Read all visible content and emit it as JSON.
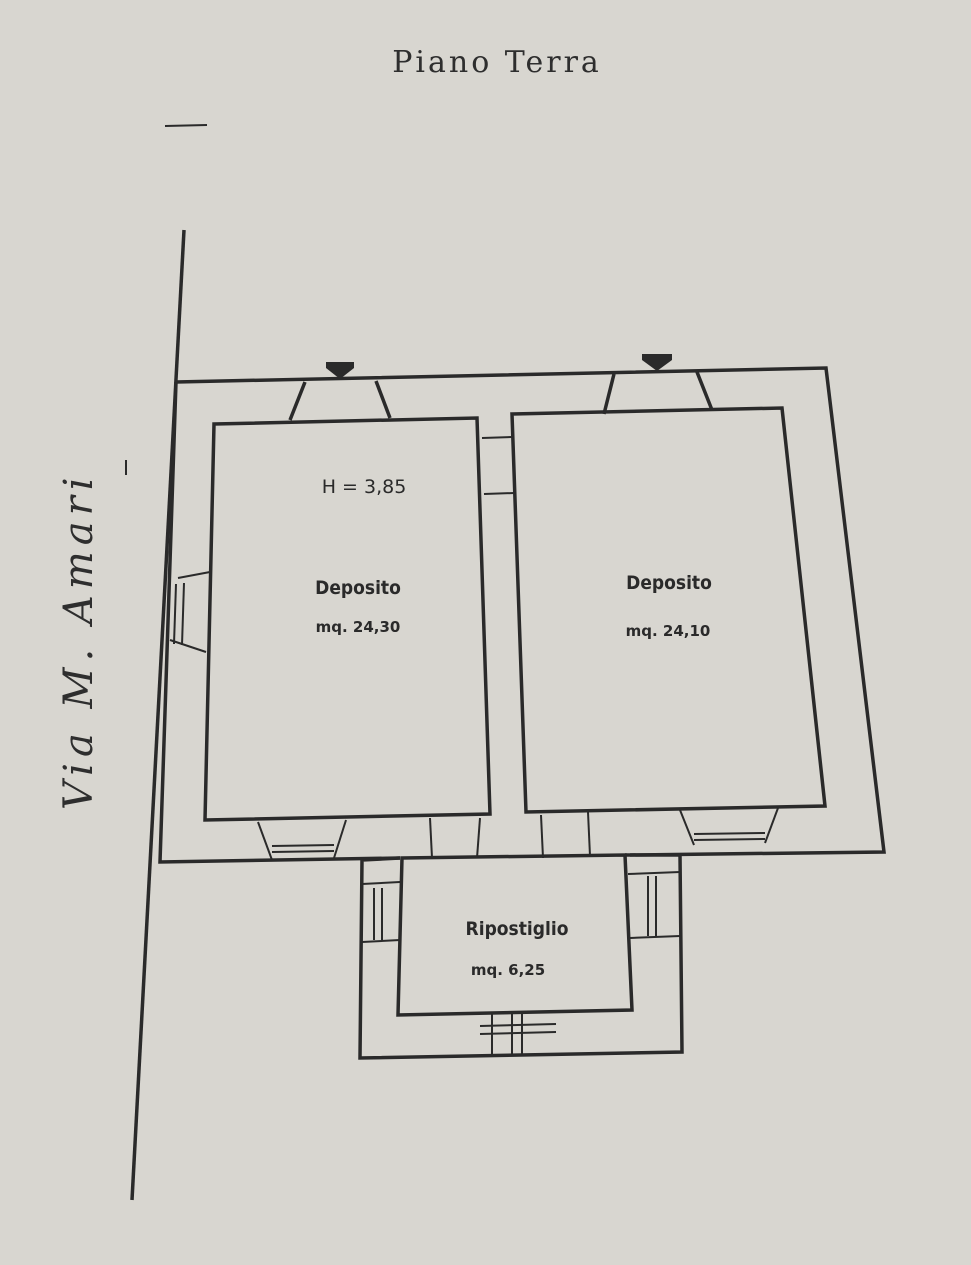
{
  "title": "Piano Terra",
  "street": "Via M. Amari",
  "height_note": "H = 3,85",
  "rooms": [
    {
      "name": "Deposito",
      "area": "mq. 24,30"
    },
    {
      "name": "Deposito",
      "area": "mq. 24,10"
    },
    {
      "name": "Ripostiglio",
      "area": "mq. 6,25"
    }
  ],
  "colors": {
    "paper": "#d8d6d0",
    "ink": "#2a2a2a"
  }
}
